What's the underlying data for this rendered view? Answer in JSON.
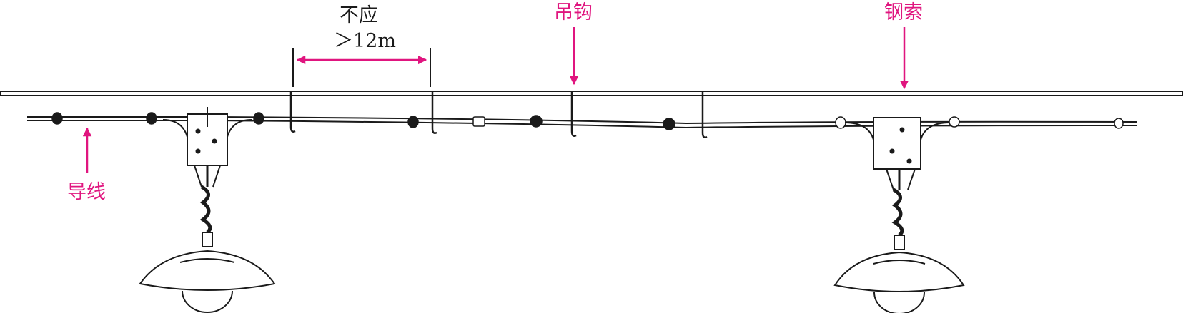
{
  "labels": {
    "spacing_line1": "不应",
    "spacing_line2": "＞12m",
    "hook": "吊钩",
    "cable": "钢索",
    "wire": "导线"
  },
  "colors": {
    "accent": "#e0157f",
    "line": "#1a1a1a"
  }
}
